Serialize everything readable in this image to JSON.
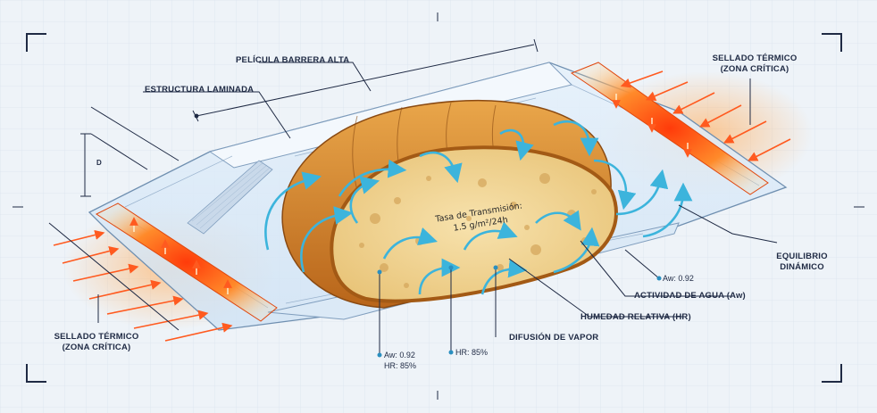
{
  "labels": {
    "pelicula_barrera": "PELÍCULA BARRERA ALTA",
    "estructura_laminada": "ESTRUCTURA LAMINADA",
    "sellado_right_1": "SELLADO TÉRMICO",
    "sellado_right_2": "(ZONA CRÍTICA)",
    "sellado_left_1": "SELLADO TÉRMICO",
    "sellado_left_2": "(ZONA CRÍTICA)",
    "equilibrio_1": "EQUILIBRIO",
    "equilibrio_2": "DINÁMICO",
    "actividad_agua": "ACTIVIDAD DE AGUA (Aw)",
    "humedad_relativa": "HUMEDAD RELATIVA (HR)",
    "difusion_vapor": "DIFUSIÓN DE VAPOR",
    "dim_marker": "D"
  },
  "readouts": {
    "aw_right": "Aw: 0.92",
    "aw_bottom": "Aw: 0.92",
    "hr_bottom": "HR: 85%",
    "hr_center": "HR: 85%"
  },
  "transmission": {
    "line1": "Tasa de Transmisión:",
    "line2": "1.5 g/m²/24h"
  },
  "colors": {
    "background": "#eef3f8",
    "line": "#1f2a44",
    "heat": "#ff5a1f",
    "vapor_arrow": "#3cb4dc",
    "bread_crust": "#c9781f",
    "bread_crumb": "#f2d79a"
  }
}
